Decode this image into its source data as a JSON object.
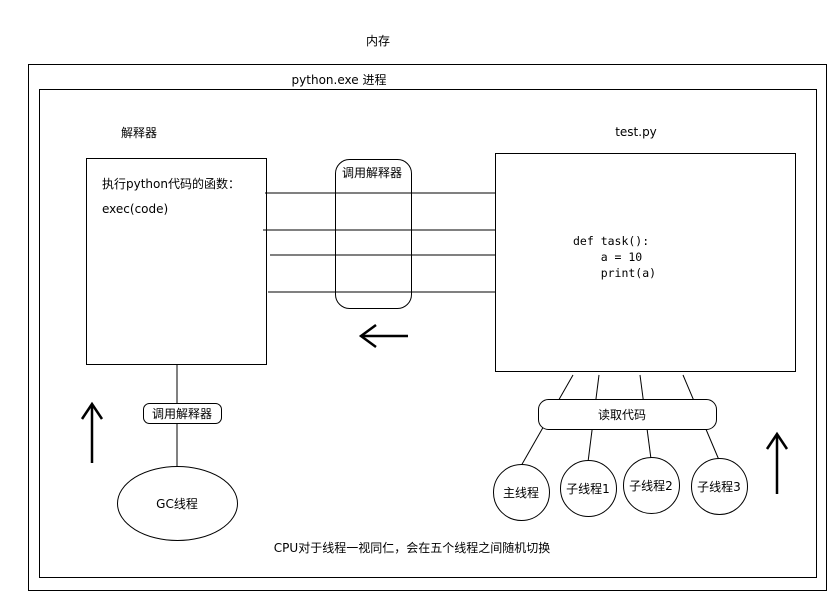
{
  "labels": {
    "memory": "内存",
    "process": "python.exe 进程",
    "interpreter_title": "解释器",
    "exec_line1": "执行python代码的函数：",
    "exec_line2": "exec(code)",
    "call_interpreter_top": "调用解释器",
    "call_interpreter_bottom": "调用解释器",
    "file_title": "test.py",
    "read_code": "读取代码",
    "gc_thread": "GC线程",
    "main_thread": "主线程",
    "child_thread_1": "子线程1",
    "child_thread_2": "子线程2",
    "child_thread_3": "子线程3",
    "cpu_note": "CPU对于线程一视同仁，会在五个线程之间随机切换"
  },
  "code_lines": [
    "def task():",
    "    a = 10",
    "    print(a)"
  ],
  "colors": {
    "stroke": "#000000",
    "background": "#ffffff"
  }
}
